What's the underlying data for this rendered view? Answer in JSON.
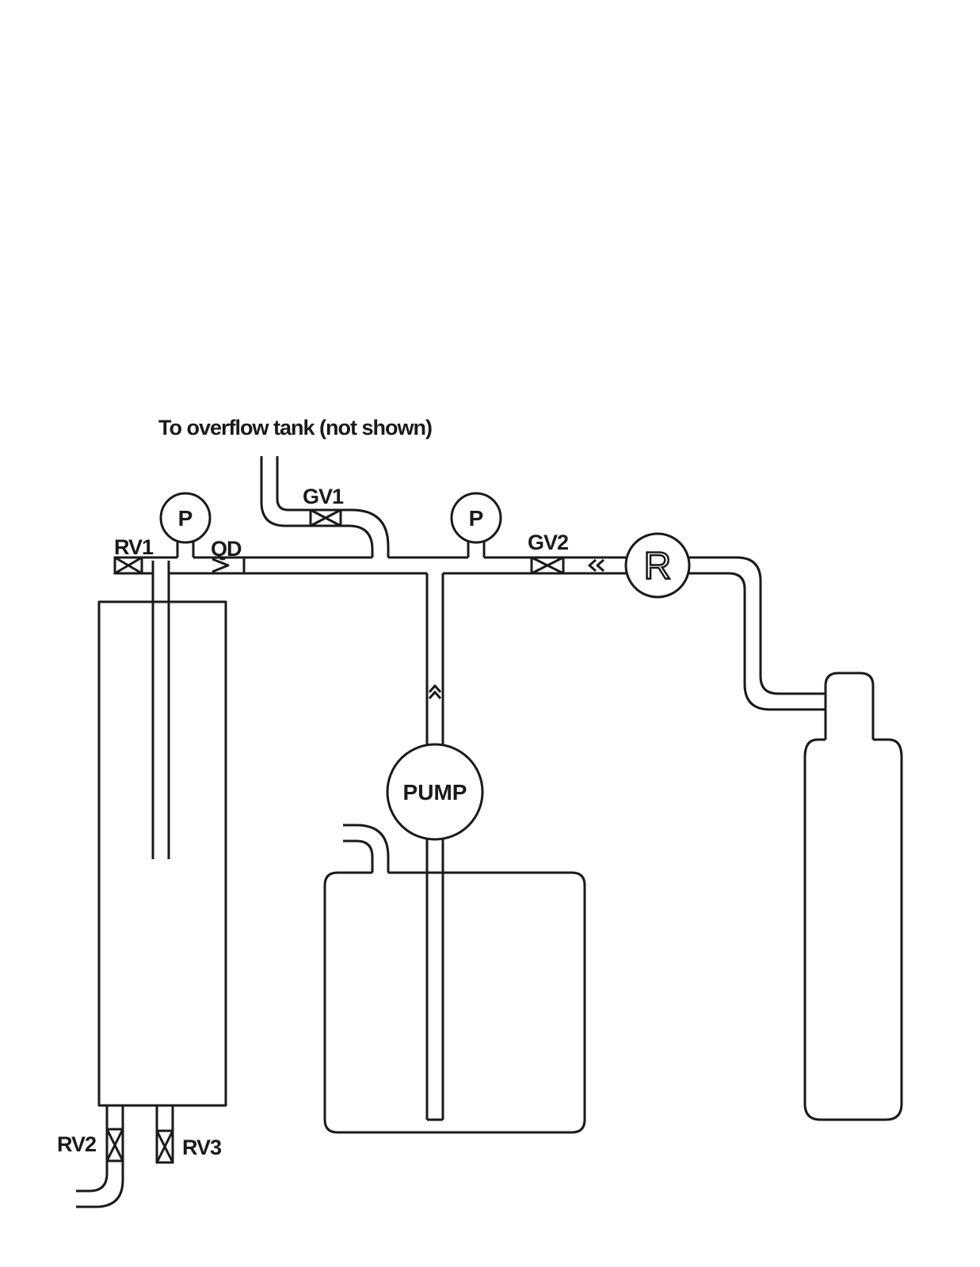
{
  "labels": {
    "overflow_note": "To overflow tank (not shown)",
    "gv1": "GV1",
    "gv2": "GV2",
    "rv1": "RV1",
    "rv2": "RV2",
    "rv3": "RV3",
    "qd": "QD",
    "pump": "PUMP",
    "gauge_left": "P",
    "gauge_right": "P",
    "regulator": "R"
  }
}
